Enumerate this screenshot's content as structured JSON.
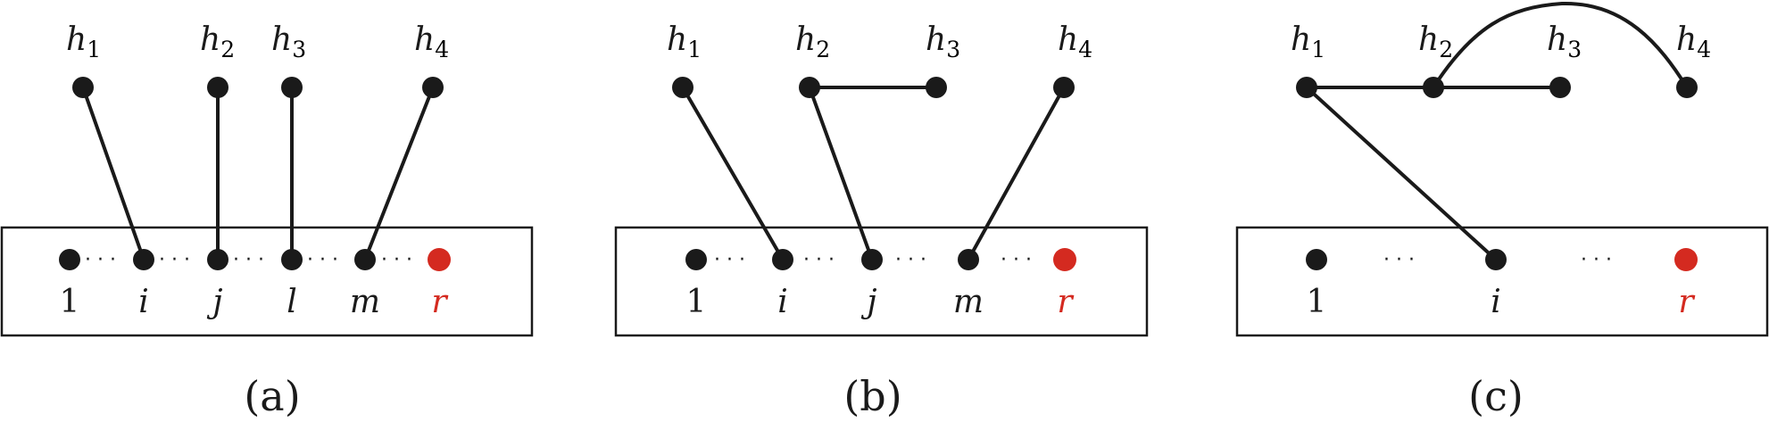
{
  "colors": {
    "ink": "#1a1a1a",
    "root": "#d42a20"
  },
  "panels": [
    {
      "caption": "(a)",
      "top_nodes": [
        {
          "base": "h",
          "sub": "1"
        },
        {
          "base": "h",
          "sub": "2"
        },
        {
          "base": "h",
          "sub": "3"
        },
        {
          "base": "h",
          "sub": "4"
        }
      ],
      "bottom_nodes": [
        "1",
        "i",
        "j",
        "l",
        "m",
        "r"
      ],
      "separator": "· · ·"
    },
    {
      "caption": "(b)",
      "top_nodes": [
        {
          "base": "h",
          "sub": "1"
        },
        {
          "base": "h",
          "sub": "2"
        },
        {
          "base": "h",
          "sub": "3"
        },
        {
          "base": "h",
          "sub": "4"
        }
      ],
      "bottom_nodes": [
        "1",
        "i",
        "j",
        "m",
        "r"
      ],
      "separator": "· · ·"
    },
    {
      "caption": "(c)",
      "top_nodes": [
        {
          "base": "h",
          "sub": "1"
        },
        {
          "base": "h",
          "sub": "2"
        },
        {
          "base": "h",
          "sub": "3"
        },
        {
          "base": "h",
          "sub": "4"
        }
      ],
      "bottom_nodes": [
        "1",
        "i",
        "r"
      ],
      "separator": "· · ·"
    }
  ]
}
